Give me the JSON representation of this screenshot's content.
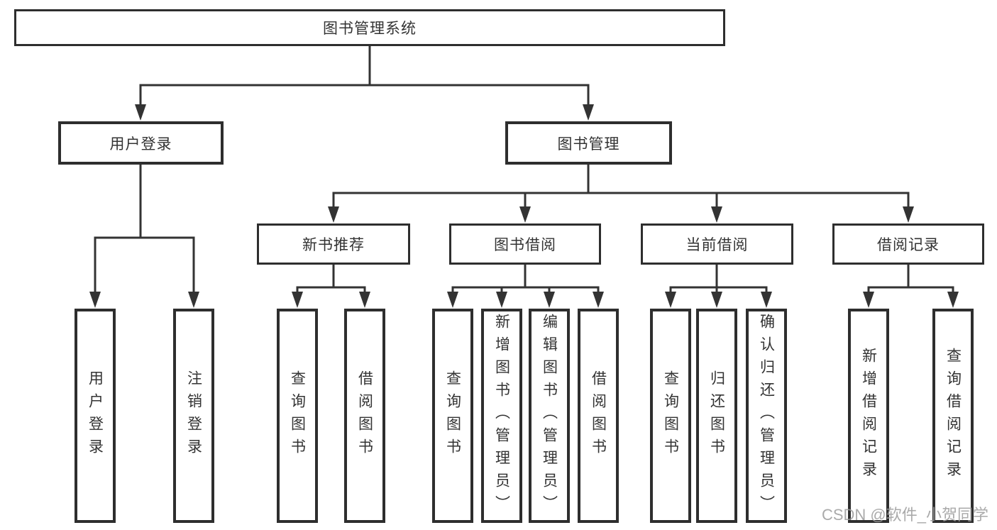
{
  "diagram_title": "图书管理系统",
  "watermark": "CSDN @软件_小贺同学",
  "colors": {
    "background": "#ffffff",
    "line": "#333333",
    "box_border": "#2e2e2e",
    "text": "#333333",
    "watermark": "#9e9e9e"
  },
  "nodes": {
    "root": {
      "label": "图书管理系统",
      "level": 0,
      "parent": null
    },
    "user_login": {
      "label": "用户登录",
      "level": 1,
      "parent": "root"
    },
    "book_management": {
      "label": "图书管理",
      "level": 1,
      "parent": "root"
    },
    "new_book_recommend": {
      "label": "新书推荐",
      "level": 2,
      "parent": "book_management"
    },
    "book_borrowing": {
      "label": "图书借阅",
      "level": 2,
      "parent": "book_management"
    },
    "current_borrowing": {
      "label": "当前借阅",
      "level": 2,
      "parent": "book_management"
    },
    "borrowing_records": {
      "label": "借阅记录",
      "level": 2,
      "parent": "book_management"
    },
    "leaf_user_login": {
      "label": "用户登录",
      "level": 3,
      "parent": "user_login"
    },
    "leaf_logout": {
      "label": "注销登录",
      "level": 3,
      "parent": "user_login"
    },
    "leaf_query_book_a": {
      "label": "查询图书",
      "level": 3,
      "parent": "new_book_recommend"
    },
    "leaf_borrow_book_a": {
      "label": "借阅图书",
      "level": 3,
      "parent": "new_book_recommend"
    },
    "leaf_query_book_b": {
      "label": "查询图书",
      "level": 3,
      "parent": "book_borrowing"
    },
    "leaf_add_book_admin": {
      "label": "新增图书（管理员）",
      "level": 3,
      "parent": "book_borrowing"
    },
    "leaf_edit_book_admin": {
      "label": "编辑图书（管理员）",
      "level": 3,
      "parent": "book_borrowing"
    },
    "leaf_borrow_book_b": {
      "label": "借阅图书",
      "level": 3,
      "parent": "book_borrowing"
    },
    "leaf_query_book_c": {
      "label": "查询图书",
      "level": 3,
      "parent": "current_borrowing"
    },
    "leaf_return_book": {
      "label": "归还图书",
      "level": 3,
      "parent": "current_borrowing"
    },
    "leaf_confirm_return_admin": {
      "label": "确认归还（管理员）",
      "level": 3,
      "parent": "current_borrowing"
    },
    "leaf_add_borrow_record": {
      "label": "新增借阅记录",
      "level": 3,
      "parent": "borrowing_records"
    },
    "leaf_query_borrow_record": {
      "label": "查询借阅记录",
      "level": 3,
      "parent": "borrowing_records"
    }
  }
}
